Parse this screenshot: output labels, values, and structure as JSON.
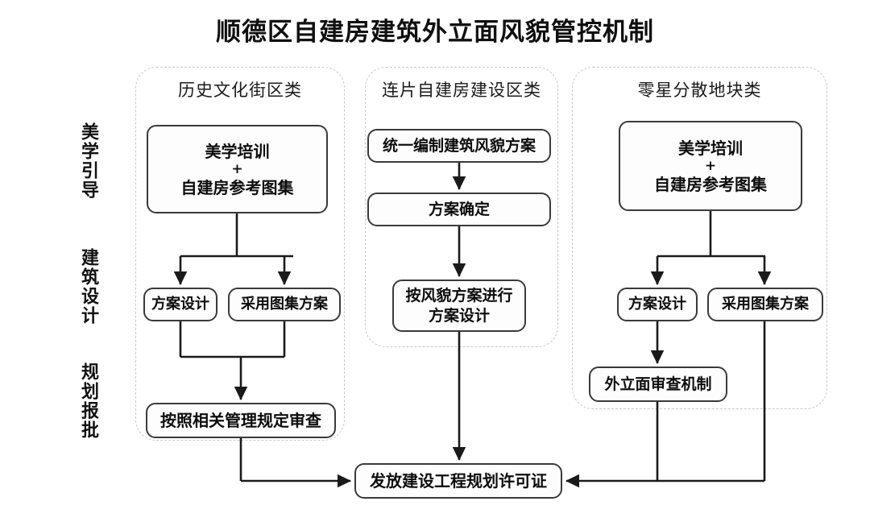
{
  "title": "顺德区自建房建筑外立面风貌管控机制",
  "stage_labels": [
    {
      "name": "aesthetic-guidance",
      "text": "美学引导"
    },
    {
      "name": "architectural-design",
      "text": "建筑设计"
    },
    {
      "name": "planning-approval",
      "text": "规划报批"
    }
  ],
  "groups": [
    {
      "id": "historic-district",
      "title": "历史文化街区类"
    },
    {
      "id": "contiguous-selfbuilt-zone",
      "title": "连片自建房建设区类"
    },
    {
      "id": "scattered-parcel",
      "title": "零星分散地块类"
    }
  ],
  "boxes": {
    "col1_aesthetic_line1": "美学培训",
    "col1_aesthetic_plus": "+",
    "col1_aesthetic_line2": "自建房参考图集",
    "col1_scheme_design": "方案设计",
    "col1_adopt_atlas": "采用图集方案",
    "col1_review": "按照相关管理规定审查",
    "col2_unified_plan": "统一编制建筑风貌方案",
    "col2_plan_confirm": "方案确定",
    "col2_design_line1": "按风貌方案进行",
    "col2_design_line2": "方案设计",
    "col3_aesthetic_line1": "美学培训",
    "col3_aesthetic_plus": "+",
    "col3_aesthetic_line2": "自建房参考图集",
    "col3_scheme_design": "方案设计",
    "col3_adopt_atlas": "采用图集方案",
    "col3_facade_review": "外立面审查机制",
    "final_permit": "发放建设工程规划许可证"
  },
  "colors": {
    "box_border": "#3a3a3a",
    "group_border": "#c9c9c9",
    "wire": "#1a1a1a",
    "text": "#0d0d0d",
    "background": "#ffffff"
  }
}
